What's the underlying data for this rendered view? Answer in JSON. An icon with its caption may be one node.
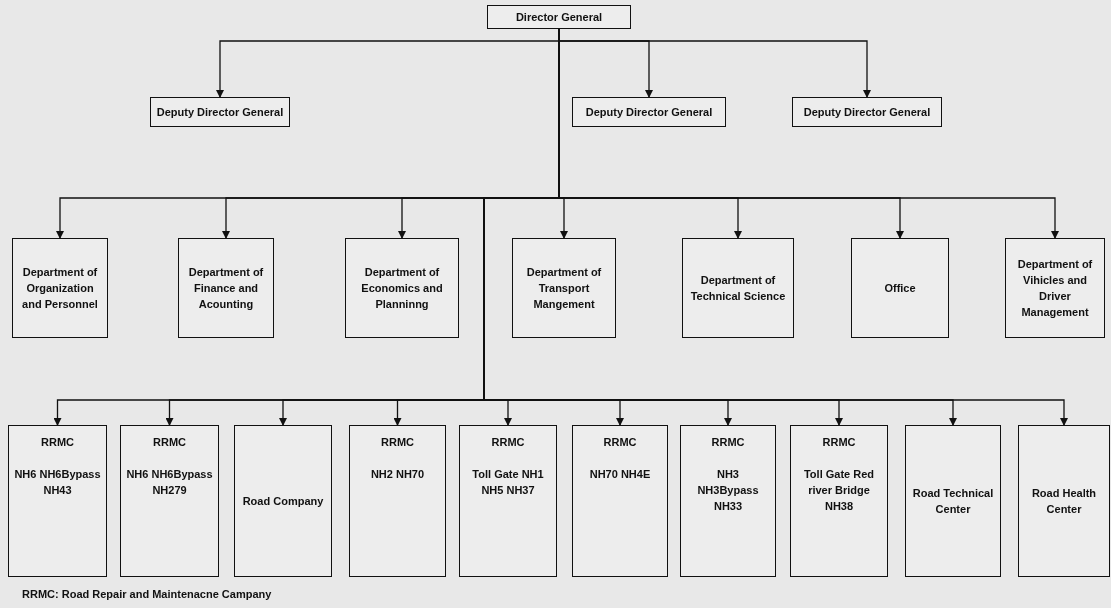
{
  "diagram": {
    "nodes": [
      {
        "text": [
          "Director General"
        ]
      },
      {
        "text": [
          "Deputy Director General"
        ]
      },
      {
        "text": [
          "Deputy Director General"
        ]
      },
      {
        "text": [
          "Deputy Director General"
        ]
      },
      {
        "text": [
          "Department of Organization and Personnel"
        ]
      },
      {
        "text": [
          "Department of Finance and Acounting"
        ]
      },
      {
        "text": [
          "Department of Economics and Planninng"
        ]
      },
      {
        "text": [
          "Department of Transport Mangement"
        ]
      },
      {
        "text": [
          "Department of Technical Science"
        ]
      },
      {
        "text": [
          "Office"
        ]
      },
      {
        "text": [
          "Department of Vihicles and Driver Management"
        ]
      },
      {
        "text": [
          "RRMC",
          "NH6 NH6Bypass NH43"
        ]
      },
      {
        "text": [
          "RRMC",
          "NH6 NH6Bypass NH279"
        ]
      },
      {
        "text": [
          "Road Company"
        ]
      },
      {
        "text": [
          "RRMC",
          "NH2 NH70"
        ]
      },
      {
        "text": [
          "RRMC",
          "Toll Gate NH1 NH5 NH37"
        ]
      },
      {
        "text": [
          "RRMC",
          "NH70 NH4E"
        ]
      },
      {
        "text": [
          "RRMC",
          "NH3 NH3Bypass NH33"
        ]
      },
      {
        "text": [
          "RRMC",
          "Toll Gate Red river Bridge NH38"
        ]
      },
      {
        "text": [
          "Road Technical Center"
        ]
      },
      {
        "text": [
          "Road Health Center"
        ]
      }
    ],
    "edges": [
      {
        "from": 0,
        "to": 1,
        "arrow": "to"
      },
      {
        "from": 0,
        "to": 2,
        "arrow": "to"
      },
      {
        "from": 0,
        "to": 3,
        "arrow": "to"
      },
      {
        "from": 0,
        "to": 4,
        "arrow": "to"
      },
      {
        "from": 0,
        "to": 5,
        "arrow": "to"
      },
      {
        "from": 0,
        "to": 6,
        "arrow": "to"
      },
      {
        "from": 0,
        "to": 7,
        "arrow": "to"
      },
      {
        "from": 0,
        "to": 8,
        "arrow": "to"
      },
      {
        "from": 0,
        "to": 9,
        "arrow": "to"
      },
      {
        "from": 0,
        "to": 10,
        "arrow": "to"
      },
      {
        "from": 0,
        "to": 11,
        "arrow": "to"
      },
      {
        "from": 0,
        "to": 12,
        "arrow": "to"
      },
      {
        "from": 0,
        "to": 13,
        "arrow": "to"
      },
      {
        "from": 0,
        "to": 14,
        "arrow": "to"
      },
      {
        "from": 0,
        "to": 15,
        "arrow": "to"
      },
      {
        "from": 0,
        "to": 16,
        "arrow": "to"
      },
      {
        "from": 0,
        "to": 17,
        "arrow": "to"
      },
      {
        "from": 0,
        "to": 18,
        "arrow": "to"
      },
      {
        "from": 0,
        "to": 19,
        "arrow": "to"
      },
      {
        "from": 0,
        "to": 20,
        "arrow": "to"
      }
    ],
    "labels": [
      "RRMC: Road Repair and Maintenacne Campany"
    ]
  }
}
